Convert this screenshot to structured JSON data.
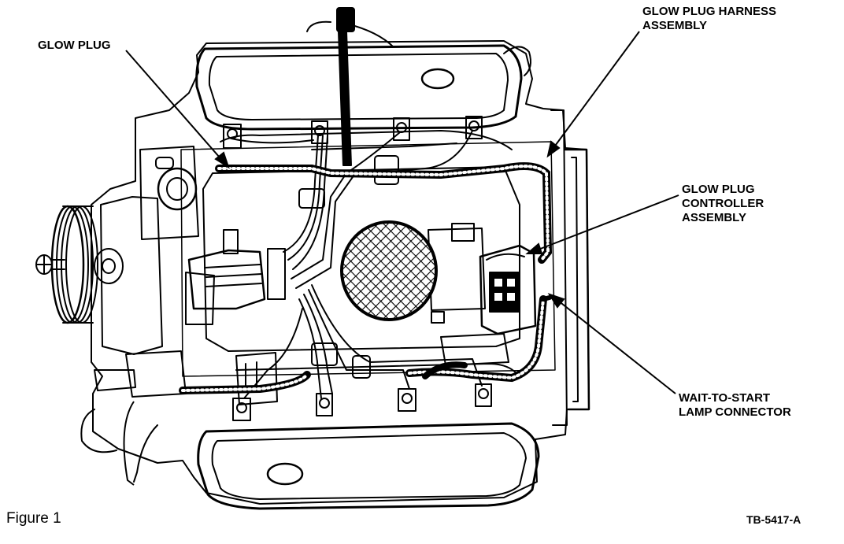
{
  "figure": {
    "caption": "Figure 1",
    "code": "TB-5417-A"
  },
  "callouts": {
    "glow_plug": {
      "line1": "GLOW PLUG"
    },
    "harness": {
      "line1": "GLOW PLUG HARNESS",
      "line2": "ASSEMBLY"
    },
    "controller": {
      "line1": "GLOW PLUG",
      "line2": "CONTROLLER",
      "line3": "ASSEMBLY"
    },
    "wait_to_start": {
      "line1": "WAIT-TO-START",
      "line2": "LAMP CONNECTOR"
    }
  }
}
